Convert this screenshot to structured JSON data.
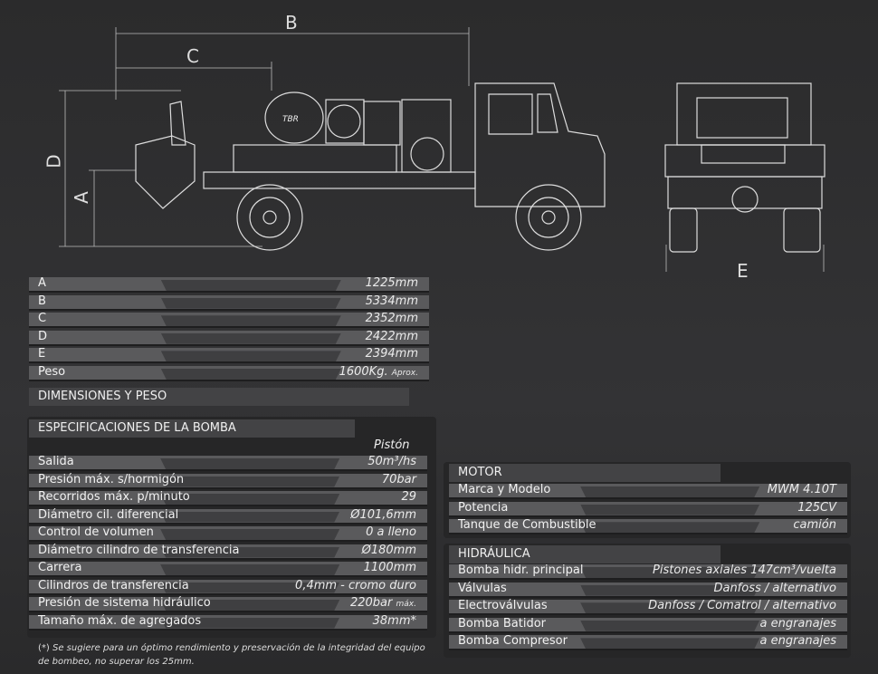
{
  "diagram_labels": {
    "a": "A",
    "b": "B",
    "c": "C",
    "d": "D",
    "e": "E",
    "logo": "TBR"
  },
  "dimensions": {
    "title": "DIMENSIONES Y PESO",
    "rows": [
      {
        "k": "A",
        "v": "1225mm"
      },
      {
        "k": "B",
        "v": "5334mm"
      },
      {
        "k": "C",
        "v": "2352mm"
      },
      {
        "k": "D",
        "v": "2422mm"
      },
      {
        "k": "E",
        "v": "2394mm"
      },
      {
        "k": "Peso",
        "v": "1600Kg.",
        "suffix": "Aprox."
      }
    ]
  },
  "pump": {
    "title": "ESPECIFICACIONES DE LA BOMBA",
    "column": "Pistón",
    "rows": [
      {
        "k": "Salida",
        "v": "50m³/hs"
      },
      {
        "k": "Presión máx. s/hormigón",
        "v": "70bar"
      },
      {
        "k": "Recorridos máx. p/minuto",
        "v": "29"
      },
      {
        "k": "Diámetro cil. diferencial",
        "v": "Ø101,6mm"
      },
      {
        "k": "Control de volumen",
        "v": "0 a lleno"
      },
      {
        "k": "Diámetro cilindro de transferencia",
        "v": "Ø180mm"
      },
      {
        "k": "Carrera",
        "v": "1100mm"
      },
      {
        "k": "Cilindros de transferencia",
        "v": "0,4mm - cromo duro"
      },
      {
        "k": "Presión de sistema hidráulico",
        "v": "220bar",
        "suffix": "máx."
      },
      {
        "k": "Tamaño máx. de agregados",
        "v": "38mm*"
      }
    ],
    "note_mark": "(*)",
    "note": "Se sugiere para un óptimo rendimiento y preservación de la integridad del equipo de bombeo, no superar los 25mm."
  },
  "motor": {
    "title": "MOTOR",
    "rows": [
      {
        "k": "Marca y Modelo",
        "v": "MWM 4.10T"
      },
      {
        "k": "Potencia",
        "v": "125CV"
      },
      {
        "k": "Tanque de Combustible",
        "v": "camión"
      }
    ]
  },
  "hydraulic": {
    "title": "HIDRÁULICA",
    "rows": [
      {
        "k": "Bomba hidr. principal",
        "v": "Pistones axiales 147cm³/vuelta"
      },
      {
        "k": "Válvulas",
        "v": "Danfoss / alternativo"
      },
      {
        "k": "Electroválvulas",
        "v": "Danfoss / Comatrol  / alternativo"
      },
      {
        "k": "Bomba Batidor",
        "v": "a engranajes"
      },
      {
        "k": "Bomba Compresor",
        "v": "a engranajes"
      }
    ]
  }
}
